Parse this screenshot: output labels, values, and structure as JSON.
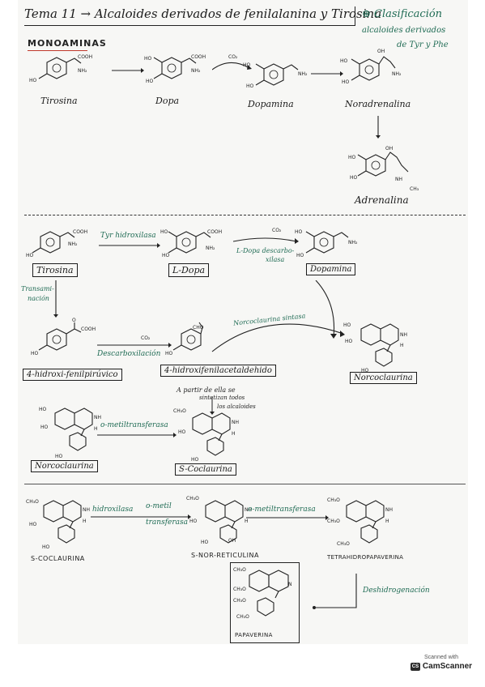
{
  "header": {
    "title": "Tema 11 → Alcaloides derivados de fenilalanina y Tirosina",
    "note_line1": "⊛ Clasificación",
    "note_line2": "alcaloides derivados",
    "note_line3": "de Tyr y Phe"
  },
  "section1": {
    "heading": "Monoaminas",
    "compounds": [
      "Tirosina",
      "Dopa",
      "Dopamina",
      "Noradrenalina",
      "Adrenalina"
    ],
    "co2": "CO₂"
  },
  "section2": {
    "tirosina": "Tirosina",
    "ldopa": "L-Dopa",
    "dopamina": "Dopamina",
    "enz_tyr": "Tyr hidroxilasa",
    "enz_ldopa_1": "L-Dopa descarbo-",
    "enz_ldopa_2": "xilasa",
    "co2": "CO₂",
    "transam_1": "Transami-",
    "transam_2": "nación",
    "enz_descarb": "Descarboxilación",
    "hfp": "4-hidroxi-fenilpirúvico",
    "hfa": "4-hidroxifenilacetaldehido",
    "enz_norcoc": "Norcoclaurina sintasa",
    "norcoc_right": "Norcoclaurina",
    "note_1": "A partir de ella se",
    "note_2": "sintetizan todos",
    "note_3": "los alcaloides",
    "norcoc_left": "Norcoclaurina",
    "enz_omt": "o-metiltransferasa",
    "scoc": "S-Coclaurina"
  },
  "section3": {
    "scoc": "S-Coclaurina",
    "enz_hidrox": "hidroxilasa",
    "enz_omt_1": "o-metil",
    "enz_omt_2": "transferasa",
    "snor": "S-Nor-Reticulina",
    "enz_omt2": "o-metiltransferasa",
    "tetra": "Tetrahidropapaverina",
    "deshidro": "Deshidrogenación",
    "papaverina": "Papaverina"
  },
  "footer": {
    "scanned": "Scanned with",
    "logo": "CS",
    "app": "CamScanner"
  }
}
